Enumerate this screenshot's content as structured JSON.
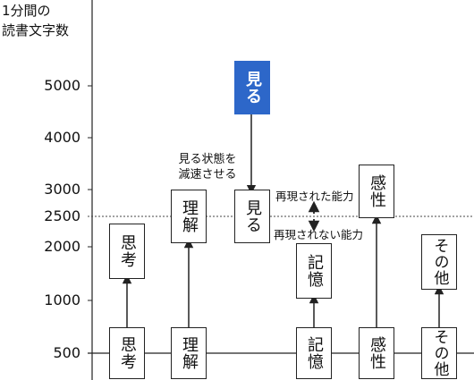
{
  "axis": {
    "title_lines": [
      "1分間の",
      "読書文字数"
    ],
    "ticks": [
      {
        "value": 5000,
        "label": "5000"
      },
      {
        "value": 4000,
        "label": "4000"
      },
      {
        "value": 3000,
        "label": "3000"
      },
      {
        "value": 2500,
        "label": "2500"
      },
      {
        "value": 2000,
        "label": "2000"
      },
      {
        "value": 1000,
        "label": "1000"
      },
      {
        "value": 500,
        "label": "500"
      }
    ],
    "reference_line_value": 2500
  },
  "boxes": {
    "shikou_top": {
      "label": "思考"
    },
    "shikou_bot": {
      "label": "思考"
    },
    "rikai_top": {
      "label": "理解"
    },
    "rikai_bot": {
      "label": "理解"
    },
    "miru_top": {
      "label": "見る"
    },
    "miru_mid": {
      "label": "見る"
    },
    "kioku_top": {
      "label": "記憶"
    },
    "kioku_bot": {
      "label": "記憶"
    },
    "kansei_top": {
      "label": "感性"
    },
    "kansei_bot": {
      "label": "感性"
    },
    "sonota_top": {
      "label": "その他"
    },
    "sonota_bot": {
      "label": "その他"
    }
  },
  "notes": {
    "slow_down_line1": "見る状態を",
    "slow_down_line2": "減速させる",
    "reproduced": "再現された能力",
    "not_reproduced": "再現されない能力"
  },
  "colors": {
    "highlight": "#2d67c9",
    "line": "#222222"
  }
}
